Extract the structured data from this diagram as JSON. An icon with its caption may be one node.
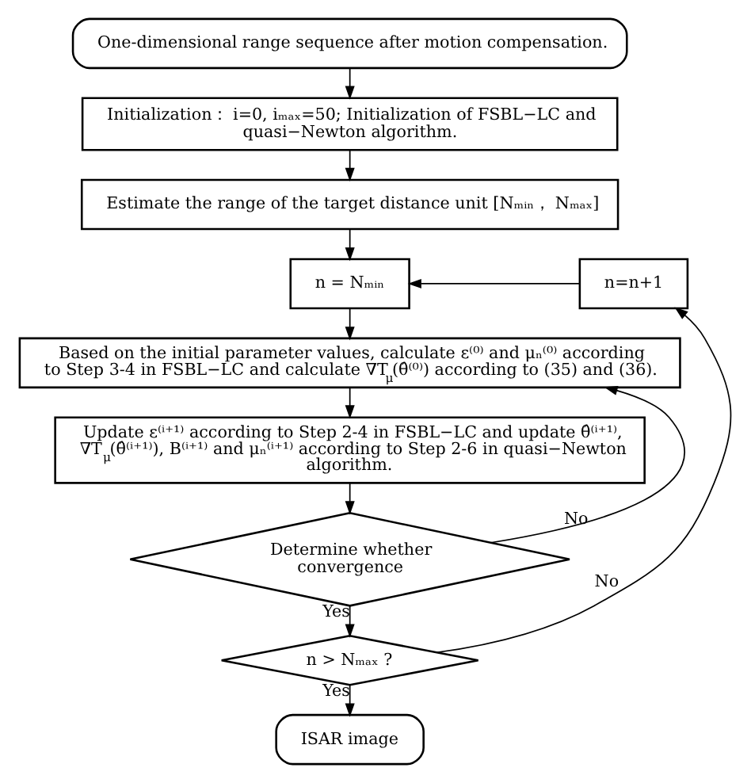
{
  "diagram": {
    "nodes": [
      {
        "text": [
          "One-dimensional range sequence after motion compensation."
        ]
      },
      {
        "text": [
          "Initialization： i=0, iₘₐₓ=50; Initialization of FSBL−LC and quasi−Newton algorithm."
        ]
      },
      {
        "text": [
          "Estimate the range of the target distance unit [Nₘᵢₙ， Nₘₐₓ]"
        ]
      },
      {
        "text": [
          "n = Nₘᵢₙ"
        ]
      },
      {
        "text": [
          "n=n+1"
        ]
      },
      {
        "text": [
          "Based on the initial parameter values, calculate ε⁽⁰⁾ and μₙ⁽⁰⁾ according to Step 3-4 in FSBL−LC and calculate ∇T$_{μ}$(θ̂⁽⁰⁾) according to (35) and (36)."
        ]
      },
      {
        "text": [
          "Update ε⁽ⁱ⁺¹⁾ according to Step 2-4 in FSBL−LC and update θ̂⁽ⁱ⁺¹⁾, ∇T$_{μ}$(θ̂⁽ⁱ⁺¹⁾), B⁽ⁱ⁺¹⁾ and μₙ⁽ⁱ⁺¹⁾ according to Step 2-6 in quasi−Newton algorithm."
        ]
      },
      {
        "text": [
          "Determine whether convergence"
        ]
      },
      {
        "text": [
          "n > Nₘₐₓ ?"
        ]
      },
      {
        "text": [
          "ISAR image"
        ]
      }
    ],
    "edges": [
      {
        "from": 0,
        "to": 1,
        "arrow": "to"
      },
      {
        "from": 1,
        "to": 2,
        "arrow": "to"
      },
      {
        "from": 2,
        "to": 3,
        "arrow": "to"
      },
      {
        "from": 3,
        "to": 5,
        "arrow": "to"
      },
      {
        "from": 5,
        "to": 6,
        "arrow": "to"
      },
      {
        "from": 6,
        "to": 7,
        "arrow": "to"
      },
      {
        "from": 7,
        "to": 8,
        "arrow": "to",
        "label": "Yes"
      },
      {
        "from": 8,
        "to": 9,
        "arrow": "to",
        "label": "Yes"
      },
      {
        "from": 7,
        "to": 5,
        "arrow": "to",
        "label": "No"
      },
      {
        "from": 8,
        "to": 4,
        "arrow": "to",
        "label": "No"
      },
      {
        "from": 4,
        "to": 3,
        "arrow": "to"
      }
    ]
  }
}
